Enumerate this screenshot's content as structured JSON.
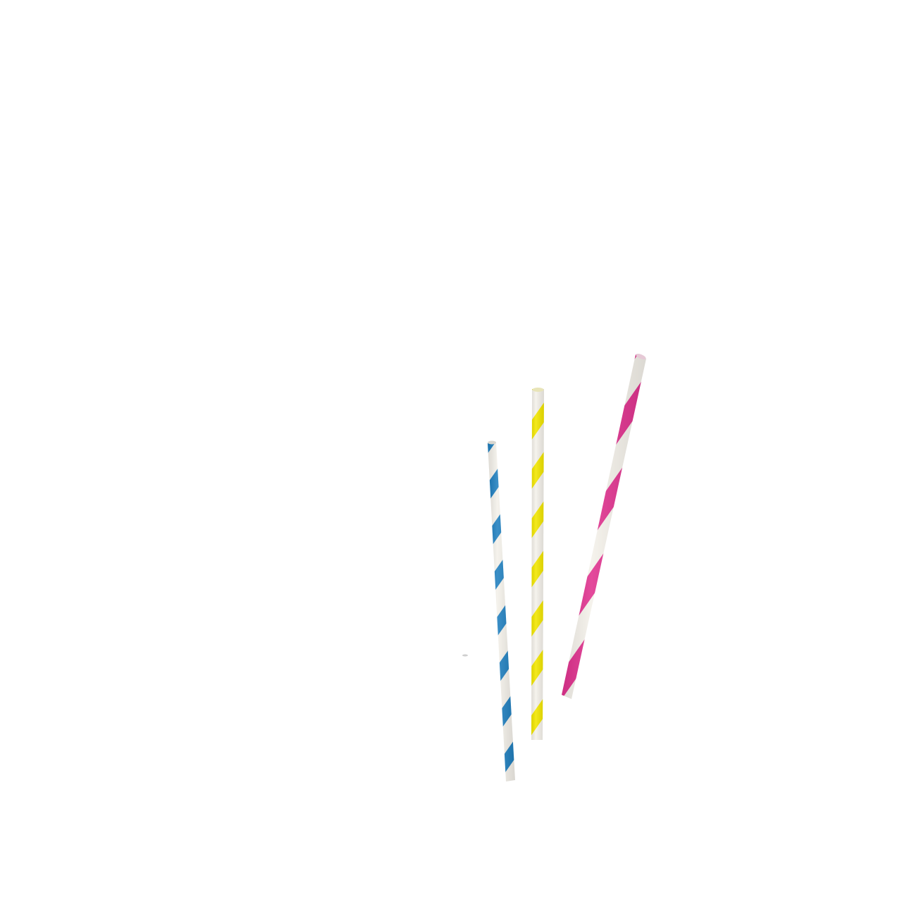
{
  "scene": {
    "background_color": "#ffffff",
    "subject": "striped-paper-straws",
    "straws": [
      {
        "name": "blue-straw",
        "stripe_color": "#1f7fbf",
        "base_color": "#f4f1ea"
      },
      {
        "name": "yellow-straw",
        "stripe_color": "#f2e600",
        "base_color": "#f4f1ea"
      },
      {
        "name": "pink-straw",
        "stripe_color": "#e0338f",
        "base_color": "#f4f1ea"
      }
    ]
  }
}
